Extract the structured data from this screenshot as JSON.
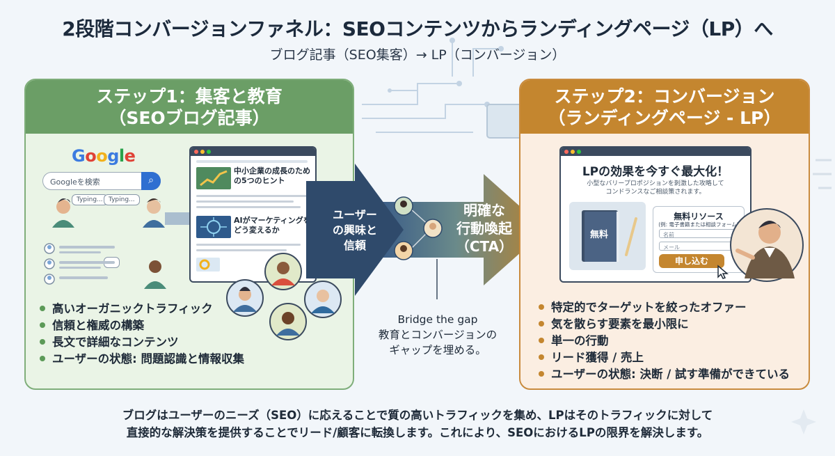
{
  "title": "2段階コンバージョンファネル：SEOコンテンツからランディングページ（LP）へ",
  "subtitle": "ブログ記事（SEO集客）→ LP（コンバージョン）",
  "step1": {
    "heading_line1": "ステップ1：集客と教育",
    "heading_line2": "（SEOブログ記事）",
    "google_logo": "Google",
    "search_placeholder": "Googleを検索",
    "typing1": "Typing...",
    "typing2": "Typing...",
    "article1": "中小企業の成長のための5つのヒント",
    "article2": "AIがマーケティングをどう変えるか",
    "bullets": [
      "高いオーガニックトラフィック",
      "信頼と権威の構築",
      "長文で詳細なコンテンツ",
      "ユーザーの状態: 問題認識と情報収集"
    ]
  },
  "middle": {
    "trust_line1": "ユーザー",
    "trust_line2": "の興味と",
    "trust_line3": "信頼",
    "cta_line1": "明確な",
    "cta_line2": "行動喚起",
    "cta_line3": "（CTA）",
    "bridge_line1": "Bridge the gap",
    "bridge_line2": "教育とコンバージョンの",
    "bridge_line3": "ギャップを埋める。"
  },
  "step2": {
    "heading_line1": "ステップ2：コンバージョン",
    "heading_line2": "（ランディングページ - LP）",
    "lp_title": "LPの効果を今すぐ最大化！",
    "lp_sub_line1": "小型なバリープロポジションを刺激した攻略して",
    "lp_sub_line2": "コンドランスなご相談策されます。",
    "book_label": "無料",
    "form_title": "無料リソース",
    "form_sub": "(例: 電子書籍または相談フォーム)",
    "name_placeholder": "名前",
    "email_placeholder": "メール",
    "submit_label": "申し込む",
    "bullets": [
      "特定的でターゲットを絞ったオファー",
      "気を散らす要素を最小限に",
      "単一の行動",
      "リード獲得 / 売上",
      "ユーザーの状態: 決断 / 試す準備ができている"
    ]
  },
  "footer_line1": "ブログはユーザーのニーズ（SEO）に応えることで質の高いトラフィックを集め、LPはそのトラフィックに対して",
  "footer_line2": "直接的な解決策を提供することでリード/顧客に転換します。これにより、SEOにおけるLPの限界を解決します。",
  "colors": {
    "step1_green": "#6b9e66",
    "step2_orange": "#c4862f",
    "arrow_navy": "#2f4a6b"
  }
}
